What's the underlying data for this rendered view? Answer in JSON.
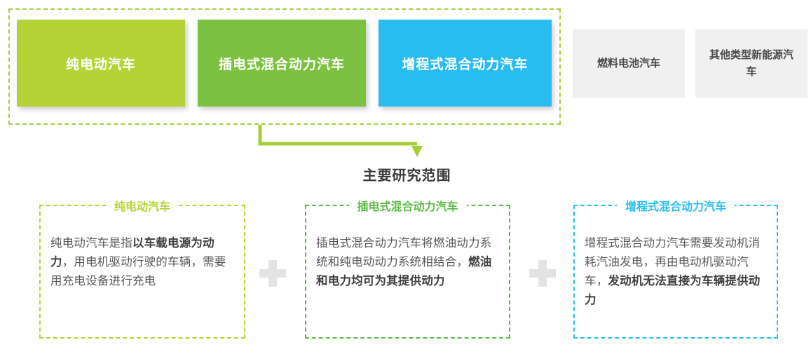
{
  "scope": {
    "container_name": "主要研究范围",
    "border_color": "#a6ce39",
    "cards": [
      {
        "label": "纯电动汽车",
        "color": "#b5d334"
      },
      {
        "label": "插电式混合动力汽车",
        "color": "#7dc142"
      },
      {
        "label": "增程式混合动力汽车",
        "color": "#29bdef"
      }
    ]
  },
  "excluded_cards": [
    {
      "label": "燃料电池汽车",
      "color": "#f0f0f0"
    },
    {
      "label": "其他类型新能源汽车",
      "color": "#f0f0f0"
    }
  ],
  "section_title": "主要研究范围",
  "details": [
    {
      "title": "纯电动汽车",
      "color": "#b5d334",
      "text_parts": [
        {
          "text": "纯电动汽车是指",
          "bold": false
        },
        {
          "text": "以车载电源为动力",
          "bold": true
        },
        {
          "text": "，用电机驱动行驶的车辆，需要用充电设备进行充电",
          "bold": false
        }
      ]
    },
    {
      "title": "插电式混合动力汽车",
      "color": "#5cba47",
      "text_parts": [
        {
          "text": "插电式混合动力汽车将燃油动力系统和纯电动动力系统相结合，",
          "bold": false
        },
        {
          "text": "燃油和电力均可为其提供动力",
          "bold": true
        }
      ]
    },
    {
      "title": "增程式混合动力汽车",
      "color": "#29bdef",
      "text_parts": [
        {
          "text": "增程式混合动力汽车需要发动机消耗汽油发电，再由电动机驱动汽车，",
          "bold": false
        },
        {
          "text": "发动机无法直接为车辆提供动力",
          "bold": true
        }
      ]
    }
  ],
  "separators": [
    {
      "symbol": "+",
      "color": "#e3e3e3"
    },
    {
      "symbol": "+",
      "color": "#e3e3e3"
    }
  ],
  "arrow": {
    "color": "#a6ce39"
  }
}
